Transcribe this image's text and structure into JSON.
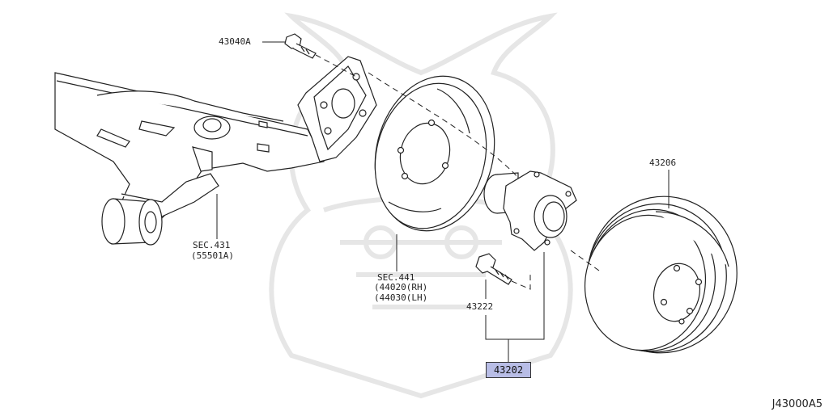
{
  "diagram": {
    "reference_code": "J43000A5",
    "callouts": {
      "bolt_top": "43040A",
      "axle_beam_sec": "SEC.431",
      "axle_beam_part": "(55501A)",
      "backing_plate_sec": "SEC.441",
      "backing_plate_rh": "(44020(RH)",
      "backing_plate_lh": "(44030(LH)",
      "hub_bolt": "43222",
      "hub_assembly": "43202",
      "brake_drum": "43206"
    }
  }
}
